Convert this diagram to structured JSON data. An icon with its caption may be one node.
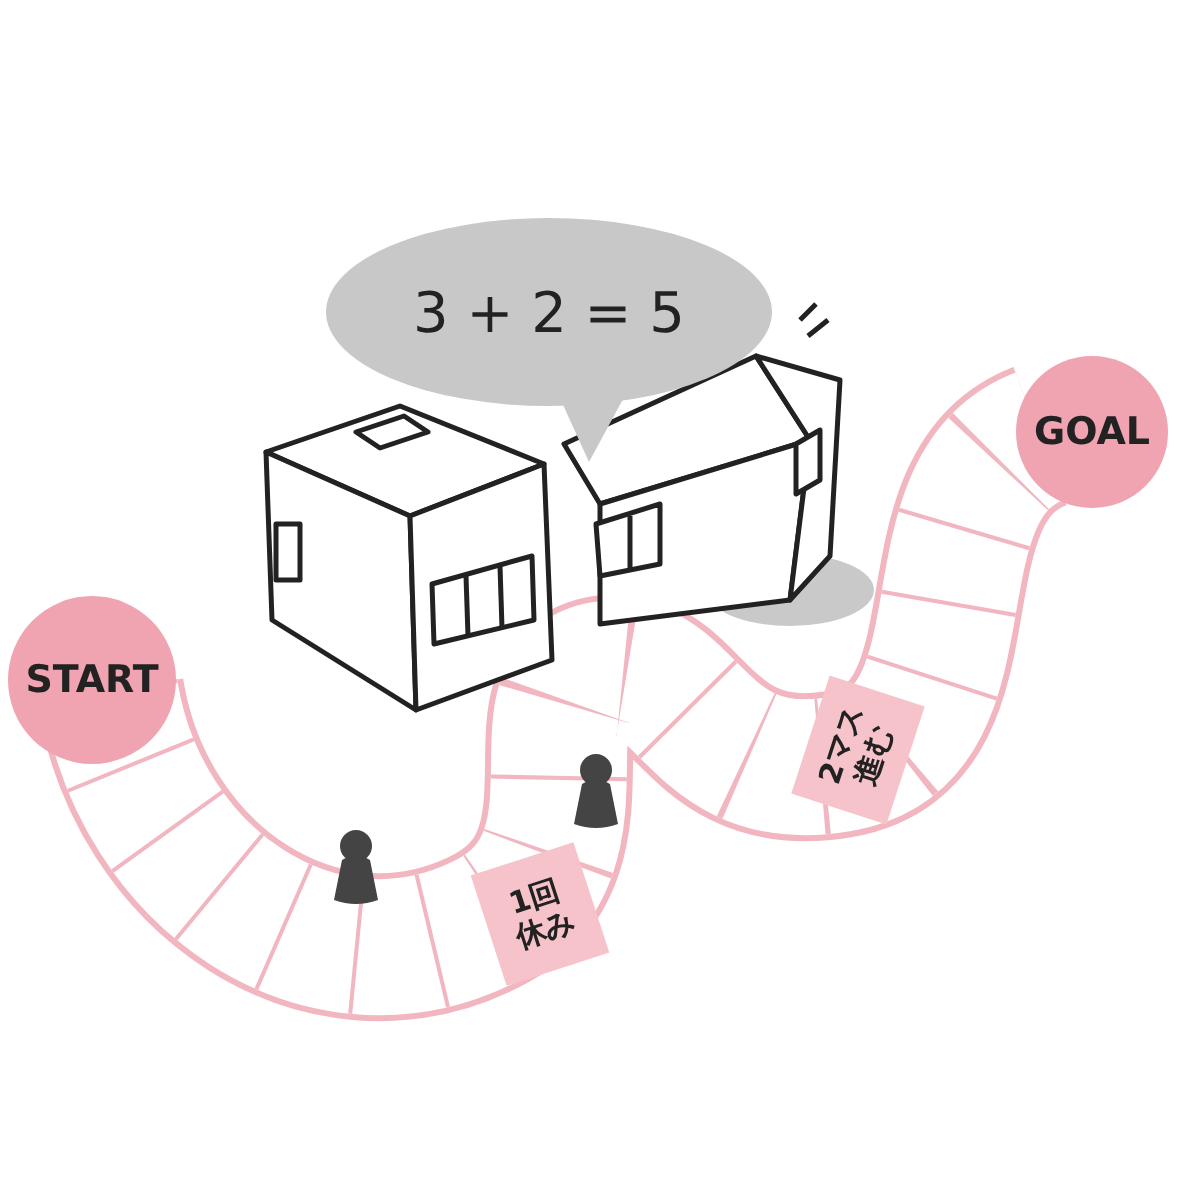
{
  "diagram": {
    "nodes": [
      {
        "text": [
          "3 + 2 = 5"
        ]
      },
      {
        "text": [
          "GOAL"
        ]
      },
      {
        "text": [
          "START"
        ]
      },
      {
        "text": [
          "2マス進む"
        ]
      },
      {
        "text": [
          "1回休み"
        ]
      }
    ]
  }
}
